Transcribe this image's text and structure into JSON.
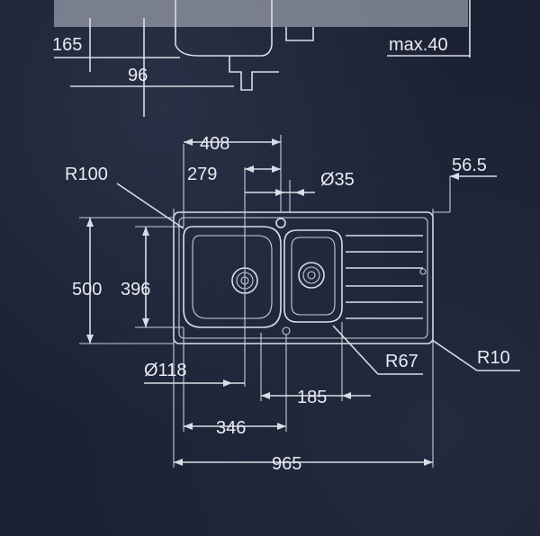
{
  "top_view": {
    "dim_depth": "165",
    "dim_offset": "96",
    "dim_max": "max.40"
  },
  "plan_view": {
    "width_bowls": "408",
    "width_main_bowl": "279",
    "tap_hole": "Ø35",
    "edge_offset": "56.5",
    "radius_large": "R100",
    "overall_depth": "500",
    "bowl_depth": "396",
    "waste_diameter": "Ø118",
    "radius_small": "R67",
    "radius_corner": "R10",
    "small_bowl_width": "185",
    "center_to_center": "346",
    "overall_width": "965"
  },
  "colors": {
    "background": "#1c2234",
    "line": "#d9dde6"
  }
}
